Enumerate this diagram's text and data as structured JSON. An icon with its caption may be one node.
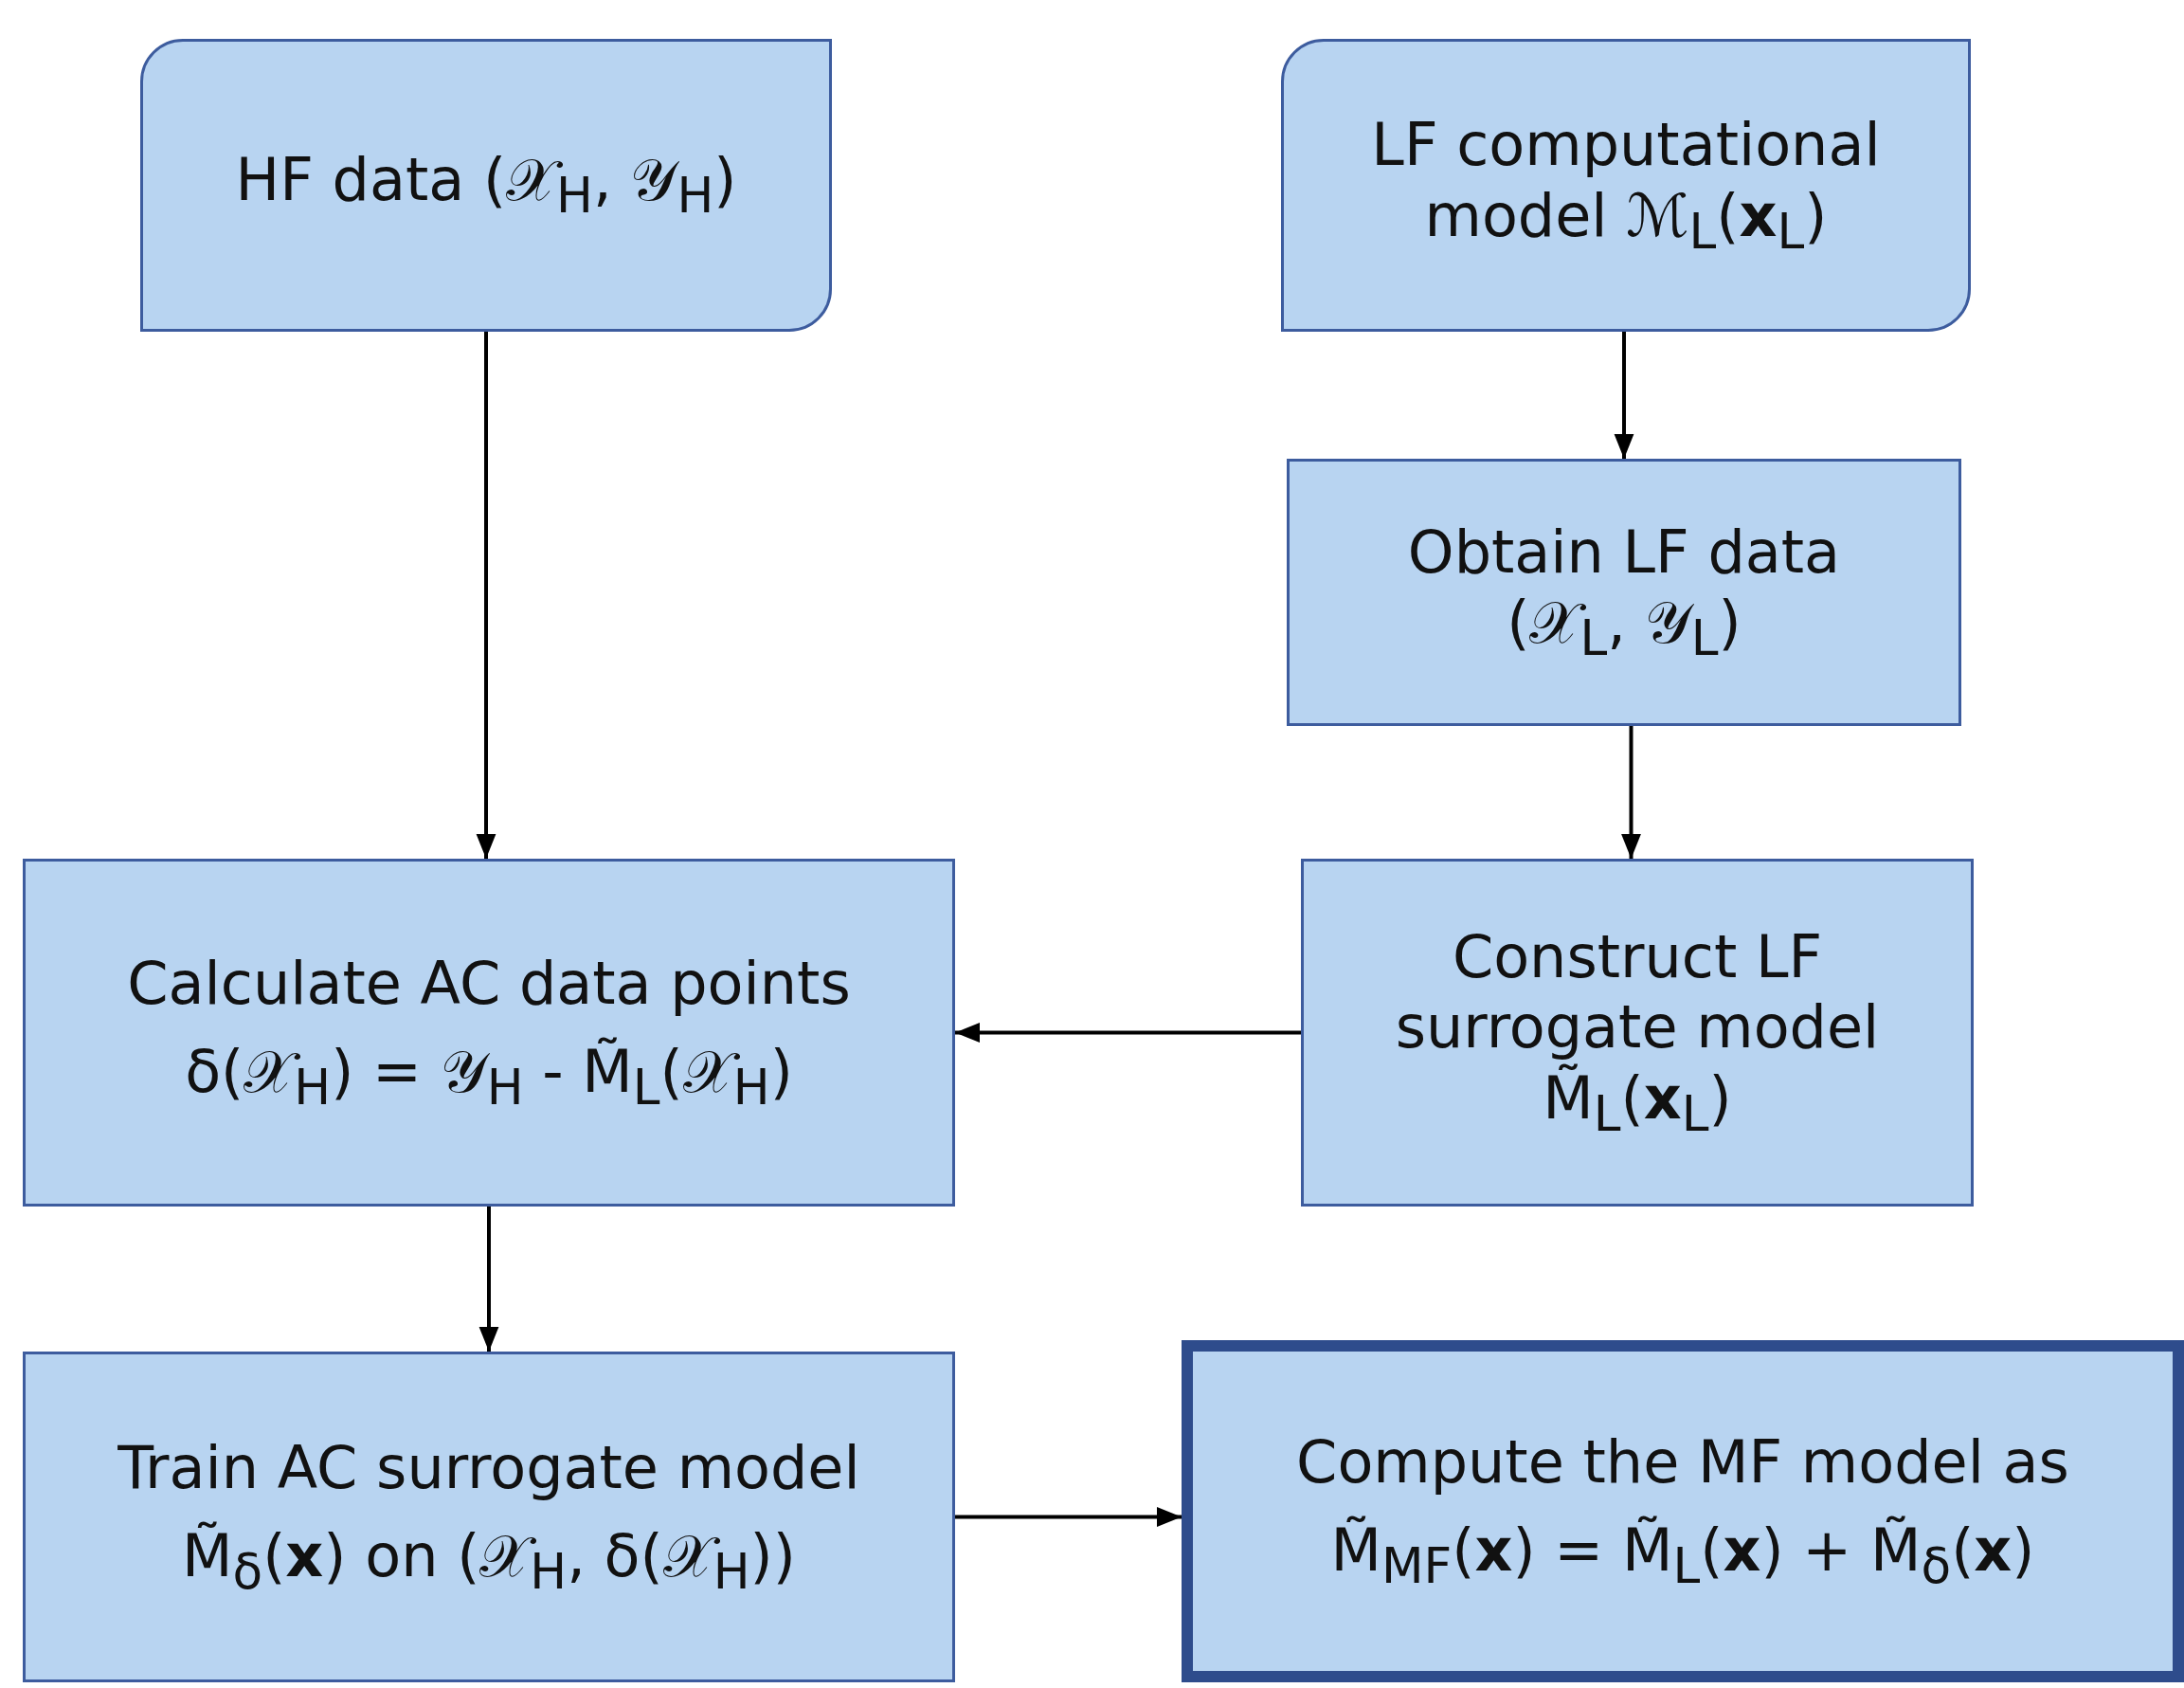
{
  "diagram": {
    "nodes": [
      {
        "text": [
          "HF data (𝒳$_{H}$, 𝒴$_{H}$)"
        ]
      },
      {
        "text": [
          "LF computational model ℳ$_{L}$(**x**$_{L}$)"
        ]
      },
      {
        "text": [
          "Obtain LF data (𝒳$_{L}$, 𝒴$_{L}$)"
        ]
      },
      {
        "text": [
          "Construct LF surrogate model M̃$_{L}$(**x**$_{L}$)"
        ]
      },
      {
        "text": [
          "Calculate AC data points",
          "δ(𝒳$_{H}$) = 𝒴$_{H}$ - M̃$_{L}$(𝒳$_{H}$)"
        ]
      },
      {
        "text": [
          "Train AC surrogate model",
          "M̃$_{δ}$(**x**) on (𝒳$_{H}$, δ(𝒳$_{H}$))"
        ]
      },
      {
        "text": [
          "Compute the MF model as",
          "M̃$_{MF}$(**x**) = M̃$_{L}$(**x**) + M̃$_{δ}$(**x**)"
        ]
      }
    ],
    "edges": [
      {
        "from": 0,
        "to": 4,
        "arrow": "to"
      },
      {
        "from": 1,
        "to": 2,
        "arrow": "to"
      },
      {
        "from": 2,
        "to": 3,
        "arrow": "to"
      },
      {
        "from": 3,
        "to": 4,
        "arrow": "to"
      },
      {
        "from": 4,
        "to": 5,
        "arrow": "to"
      },
      {
        "from": 5,
        "to": 6,
        "arrow": "to"
      }
    ]
  }
}
